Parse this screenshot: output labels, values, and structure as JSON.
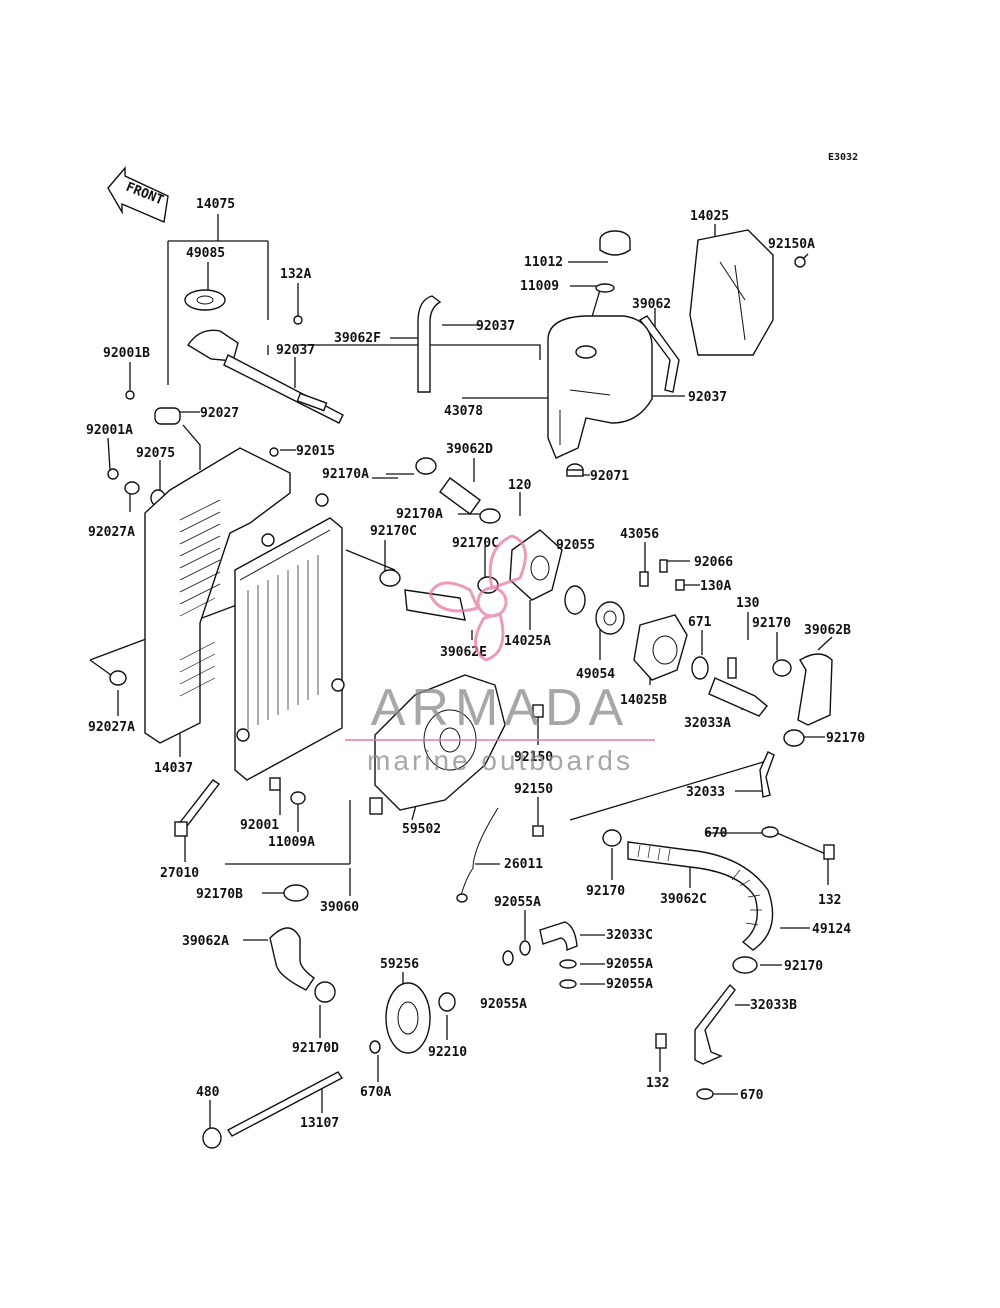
{
  "diagram": {
    "code": "E3032",
    "front_label": "FRONT",
    "labels": [
      "14075",
      "49085",
      "132A",
      "92001B",
      "92037",
      "39062F",
      "92037",
      "11012",
      "11009",
      "39062",
      "14025",
      "92150A",
      "92037",
      "43078",
      "92027",
      "92001A",
      "92015",
      "39062D",
      "92075",
      "92170A",
      "92071",
      "92027A",
      "120",
      "92170A",
      "92170C",
      "92170C",
      "92055",
      "43056",
      "92066",
      "130A",
      "130",
      "92170",
      "39062B",
      "14025A",
      "39062E",
      "49054",
      "671",
      "14025B",
      "32033A",
      "92170",
      "92027A",
      "14037",
      "92150",
      "92150",
      "32033",
      "92001",
      "11009A",
      "59502",
      "670",
      "27010",
      "26011",
      "92170",
      "39062C",
      "132",
      "92170B",
      "39060",
      "92055A",
      "49124",
      "39062A",
      "32033C",
      "92055A",
      "92055A",
      "92170",
      "59256",
      "92055A",
      "32033B",
      "92170D",
      "92210",
      "132",
      "480",
      "670A",
      "13107",
      "670"
    ]
  },
  "watermark": {
    "brand": "ARMADA",
    "tagline": "marine outboards",
    "accent_color": "#e87aa6"
  }
}
